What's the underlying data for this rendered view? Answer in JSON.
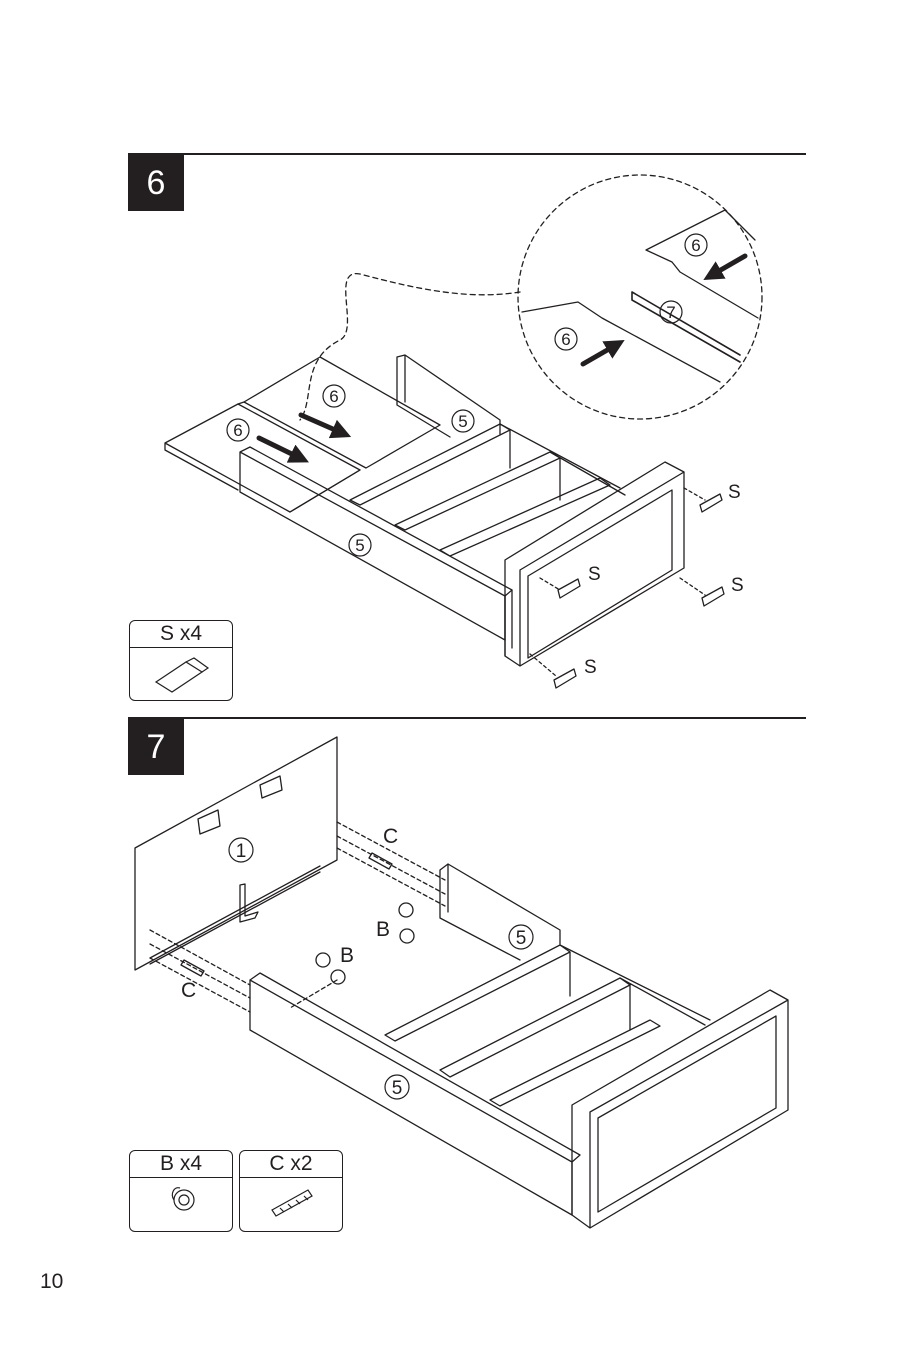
{
  "step6": {
    "number": "6",
    "callouts": {
      "board_left": "6",
      "board_right": "6",
      "side_back": "5",
      "side_front": "5",
      "zoom_top": "6",
      "zoom_rail": "7",
      "zoom_bottom": "6"
    },
    "sticker_labels": [
      "S",
      "S",
      "S",
      "S"
    ],
    "parts": {
      "label": "S x4",
      "icon": "sticker-icon"
    }
  },
  "step7": {
    "number": "7",
    "callouts": {
      "panel": "1",
      "side_back": "5",
      "side_front": "5"
    },
    "hardware_labels": {
      "dowel_top": "C",
      "dowel_bottom": "C",
      "cam_top": "B",
      "cam_bottom": "B"
    },
    "parts": [
      {
        "label": "B x4",
        "icon": "cam-lock-icon"
      },
      {
        "label": "C x2",
        "icon": "dowel-icon"
      }
    ]
  },
  "page_number": "10",
  "colors": {
    "ink": "#231f20",
    "paper": "#ffffff"
  }
}
